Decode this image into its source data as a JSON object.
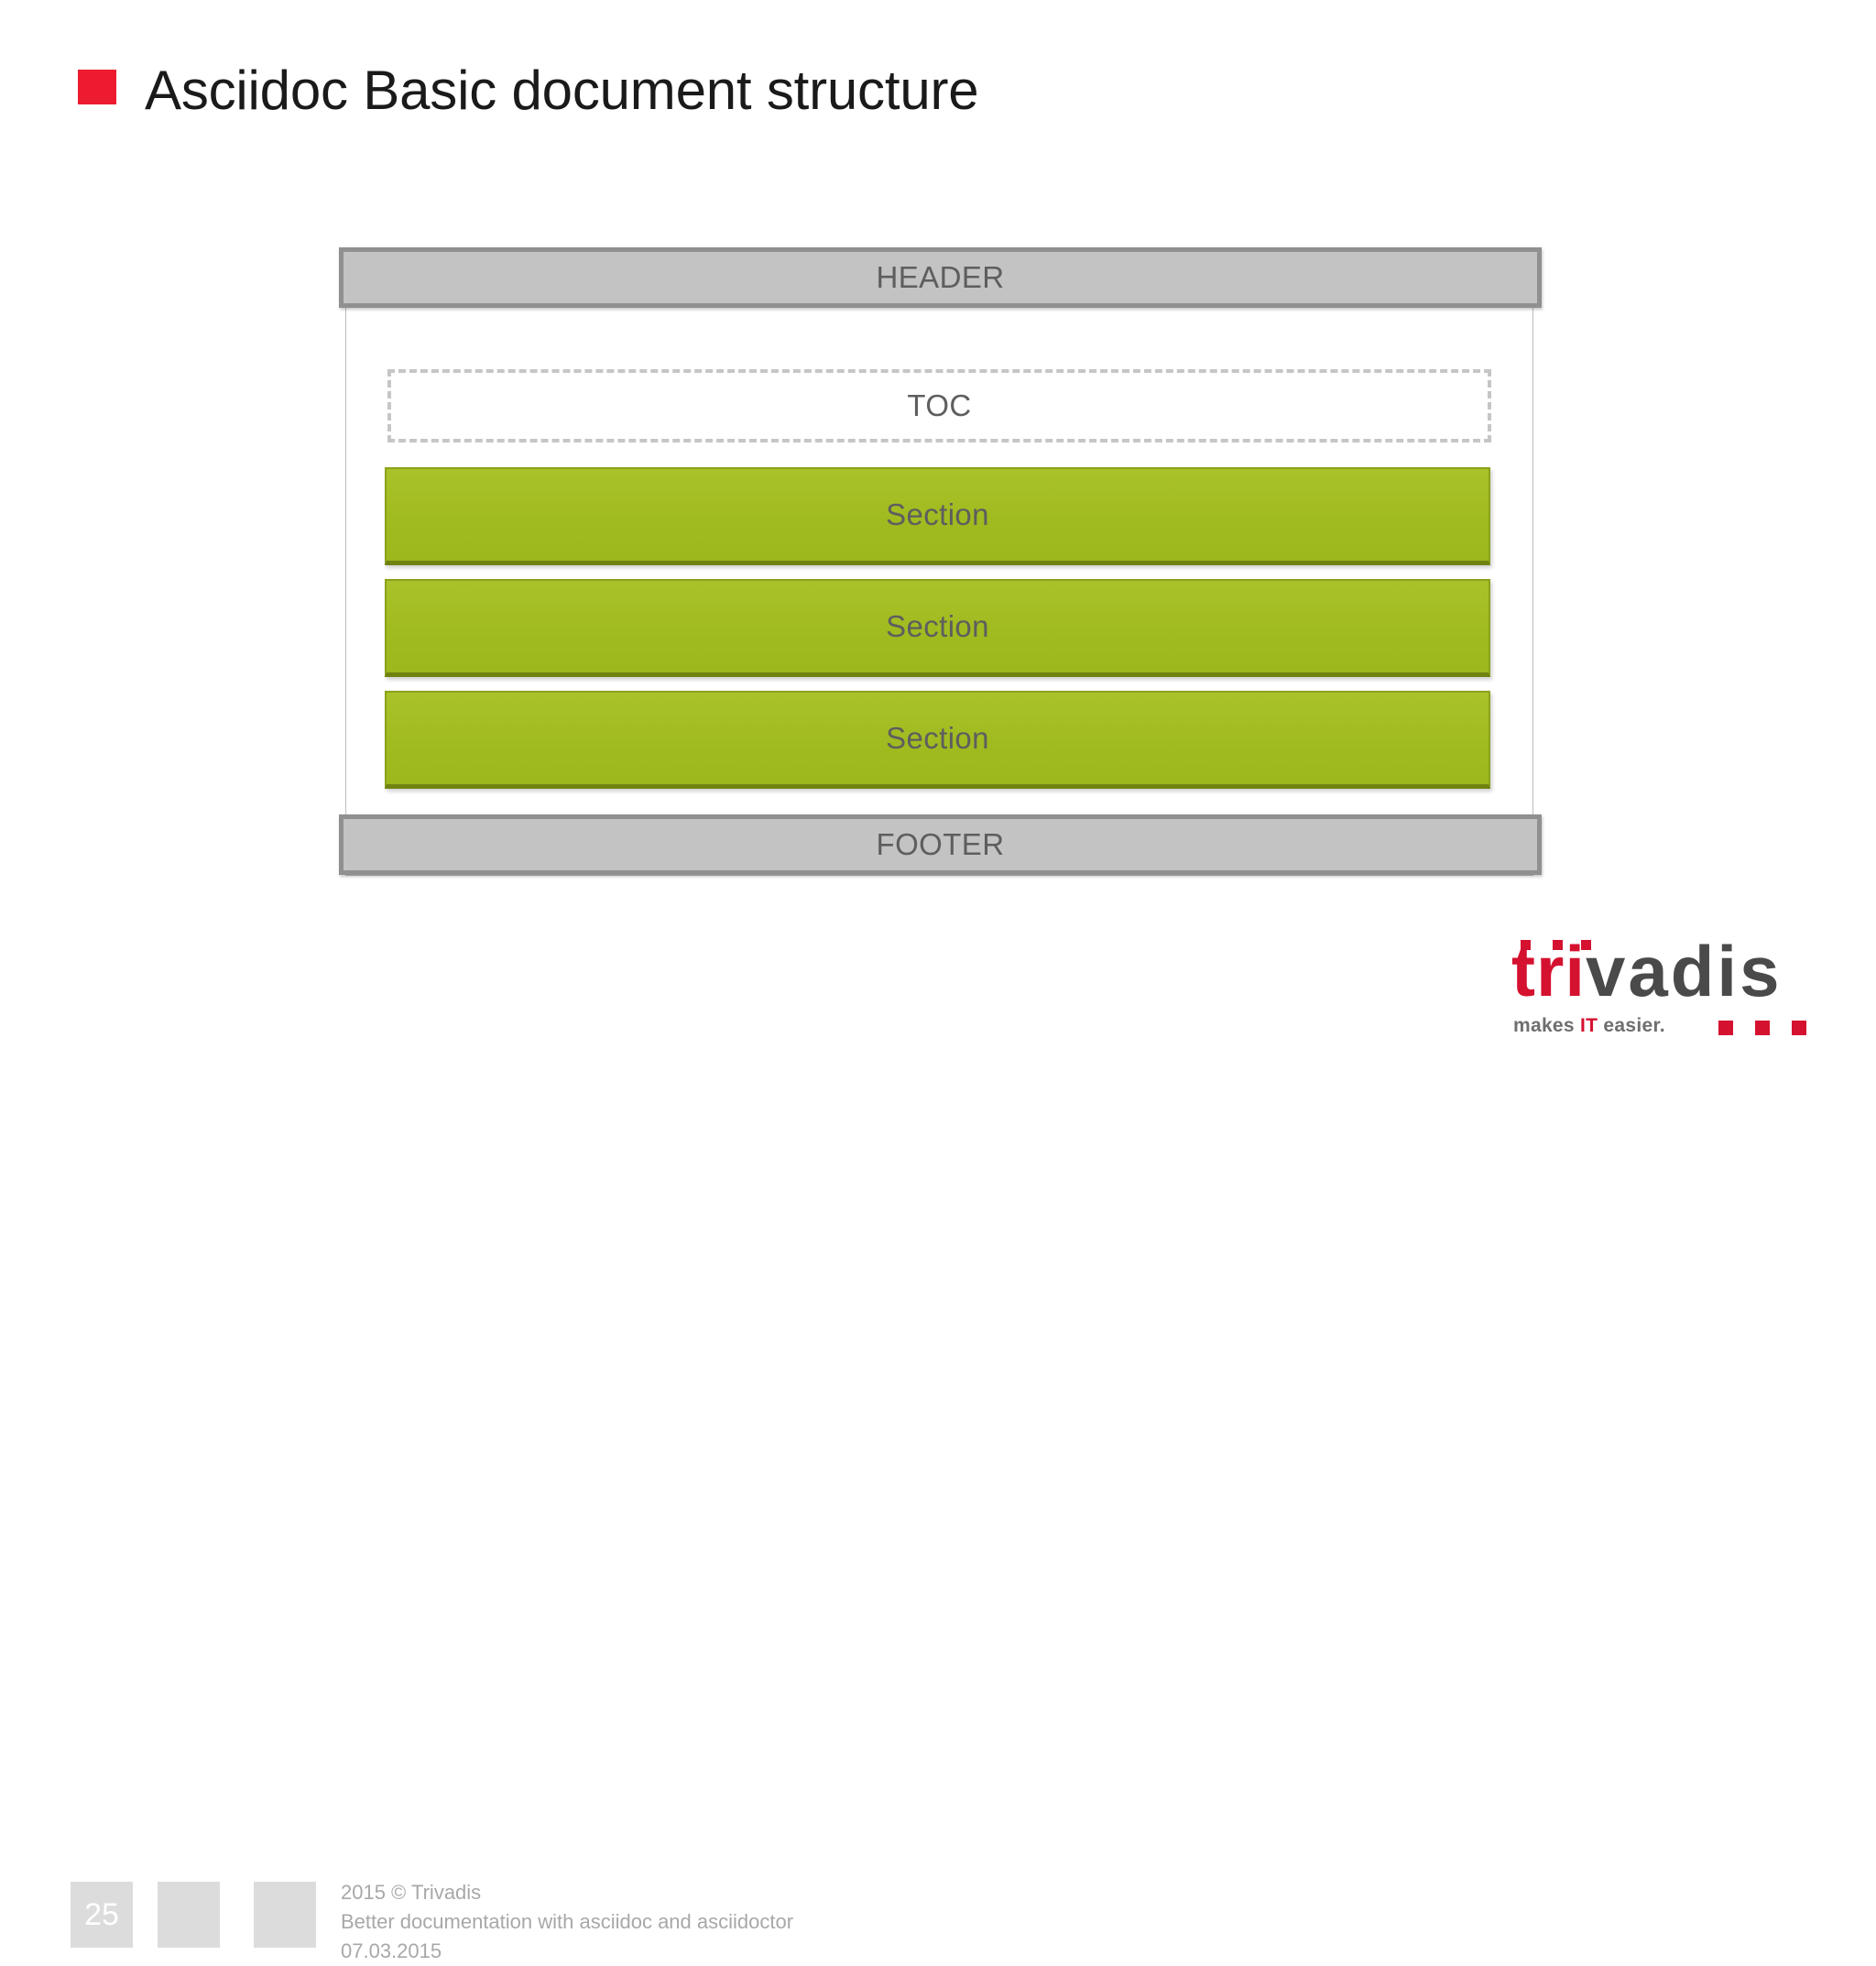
{
  "slide": {
    "title": "Asciidoc Basic document structure",
    "bullet_color": "#ED1B2F"
  },
  "diagram": {
    "name": "asciidoc-document-structure",
    "header_label": "HEADER",
    "toc_label": "TOC",
    "sections": [
      {
        "label": "Section"
      },
      {
        "label": "Section"
      },
      {
        "label": "Section"
      }
    ],
    "footer_label": "FOOTER",
    "colors": {
      "band_grey_fill": "#c3c3c3",
      "band_grey_border": "#909090",
      "section_fill": "#A3BE22",
      "section_border": "#6f8310",
      "toc_border": "#c6c6c6",
      "label_text": "#5e5e5e"
    }
  },
  "footer": {
    "page_number": "25",
    "copyright": "2015 © Trivadis",
    "presentation_title": "Better documentation with asciidoc and asciidoctor",
    "date": "07.03.2015"
  },
  "logo": {
    "word_part_red": "tri",
    "word_part_grey": "vadis",
    "tagline_prefix": "makes ",
    "tagline_accent": "IT",
    "tagline_suffix": " easier.",
    "brand_red": "#D51130",
    "brand_grey": "#4a4a4a"
  }
}
